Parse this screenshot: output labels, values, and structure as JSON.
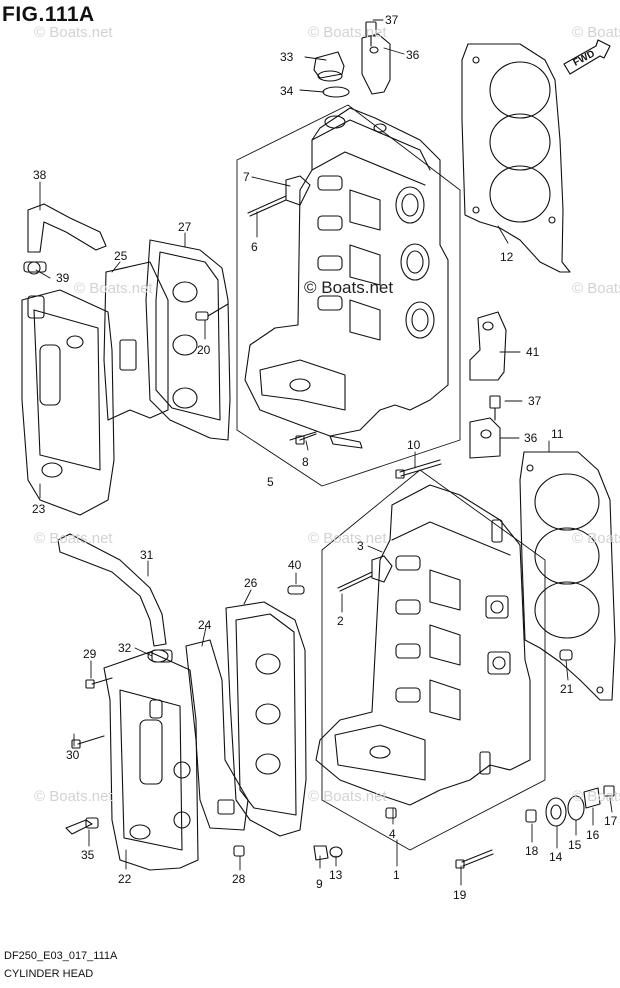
{
  "figure": {
    "title": "FIG.111A",
    "model_code": "DF250_E03_017_111A",
    "section_name": "CYLINDER HEAD",
    "direction_label": "FWD"
  },
  "watermark": {
    "text": "© Boats.net",
    "center_text": "© Boats.net"
  },
  "callouts": [
    {
      "id": "37a",
      "label": "37"
    },
    {
      "id": "33",
      "label": "33"
    },
    {
      "id": "36a",
      "label": "36"
    },
    {
      "id": "34",
      "label": "34"
    },
    {
      "id": "38",
      "label": "38"
    },
    {
      "id": "7",
      "label": "7"
    },
    {
      "id": "6",
      "label": "6"
    },
    {
      "id": "27",
      "label": "27"
    },
    {
      "id": "25",
      "label": "25"
    },
    {
      "id": "39",
      "label": "39"
    },
    {
      "id": "12",
      "label": "12"
    },
    {
      "id": "20",
      "label": "20"
    },
    {
      "id": "41",
      "label": "41"
    },
    {
      "id": "37b",
      "label": "37"
    },
    {
      "id": "10",
      "label": "10"
    },
    {
      "id": "36b",
      "label": "36"
    },
    {
      "id": "11",
      "label": "11"
    },
    {
      "id": "8",
      "label": "8"
    },
    {
      "id": "5",
      "label": "5"
    },
    {
      "id": "23",
      "label": "23"
    },
    {
      "id": "31",
      "label": "31"
    },
    {
      "id": "3",
      "label": "3"
    },
    {
      "id": "40",
      "label": "40"
    },
    {
      "id": "26",
      "label": "26"
    },
    {
      "id": "2",
      "label": "2"
    },
    {
      "id": "24",
      "label": "24"
    },
    {
      "id": "29",
      "label": "29"
    },
    {
      "id": "32",
      "label": "32"
    },
    {
      "id": "21",
      "label": "21"
    },
    {
      "id": "30",
      "label": "30"
    },
    {
      "id": "4",
      "label": "4"
    },
    {
      "id": "17",
      "label": "17"
    },
    {
      "id": "16",
      "label": "16"
    },
    {
      "id": "15",
      "label": "15"
    },
    {
      "id": "14",
      "label": "14"
    },
    {
      "id": "18",
      "label": "18"
    },
    {
      "id": "35",
      "label": "35"
    },
    {
      "id": "22",
      "label": "22"
    },
    {
      "id": "28",
      "label": "28"
    },
    {
      "id": "9",
      "label": "9"
    },
    {
      "id": "13",
      "label": "13"
    },
    {
      "id": "1",
      "label": "1"
    },
    {
      "id": "19",
      "label": "19"
    }
  ]
}
